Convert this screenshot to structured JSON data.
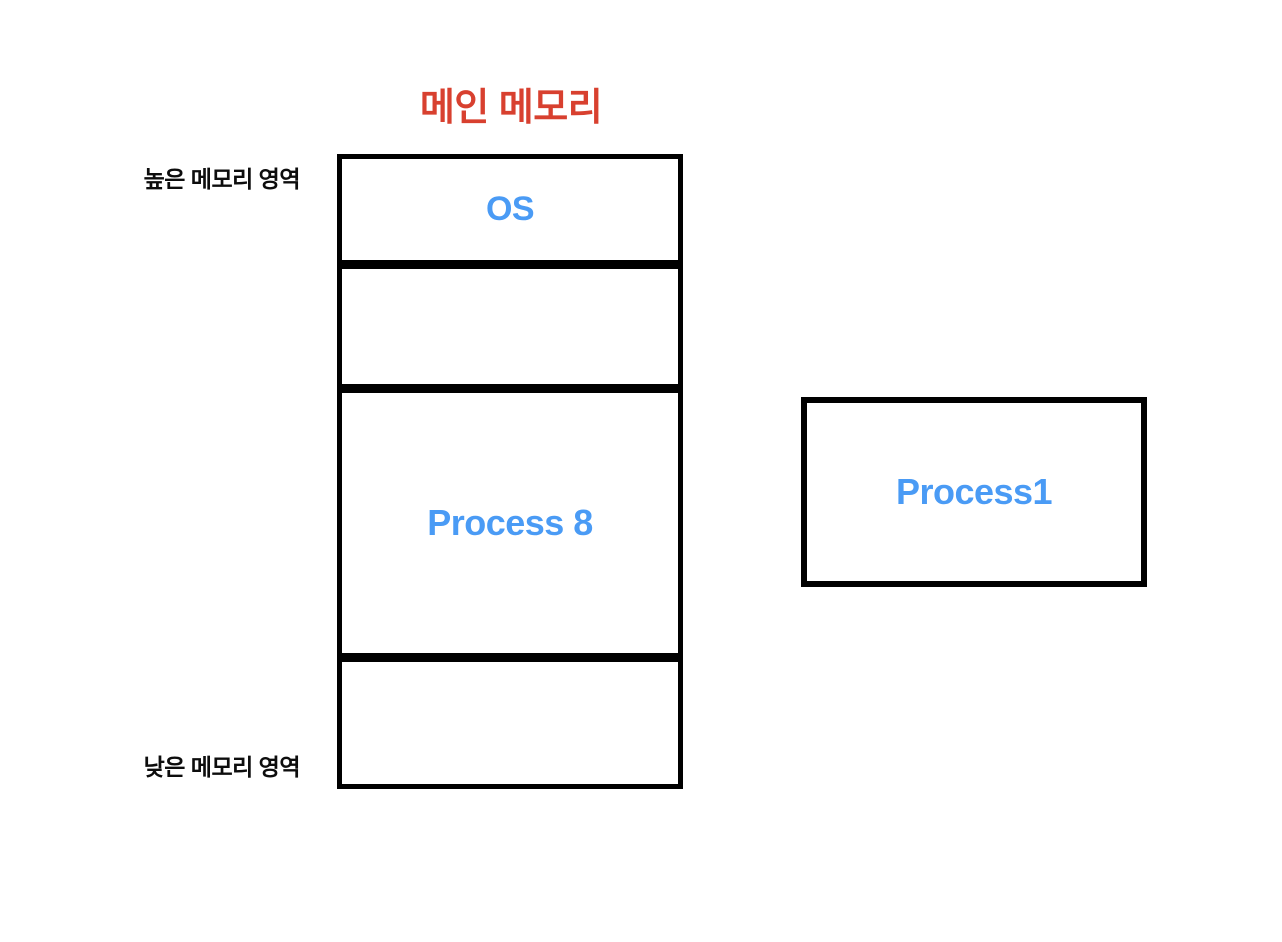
{
  "diagram": {
    "title": "메인 메모리",
    "title_color": "#d8402f",
    "label_color": "#4a9bf5",
    "border_color": "#000000",
    "background": "#ffffff"
  },
  "side_labels": {
    "high": "높은 메모리 영역",
    "low": "낮은 메모리 영역"
  },
  "memory_blocks": [
    {
      "label": "OS",
      "occupied": true
    },
    {
      "label": "",
      "occupied": false
    },
    {
      "label": "Process 8",
      "occupied": true
    },
    {
      "label": "",
      "occupied": false
    }
  ],
  "external_process": {
    "label": "Process1"
  }
}
